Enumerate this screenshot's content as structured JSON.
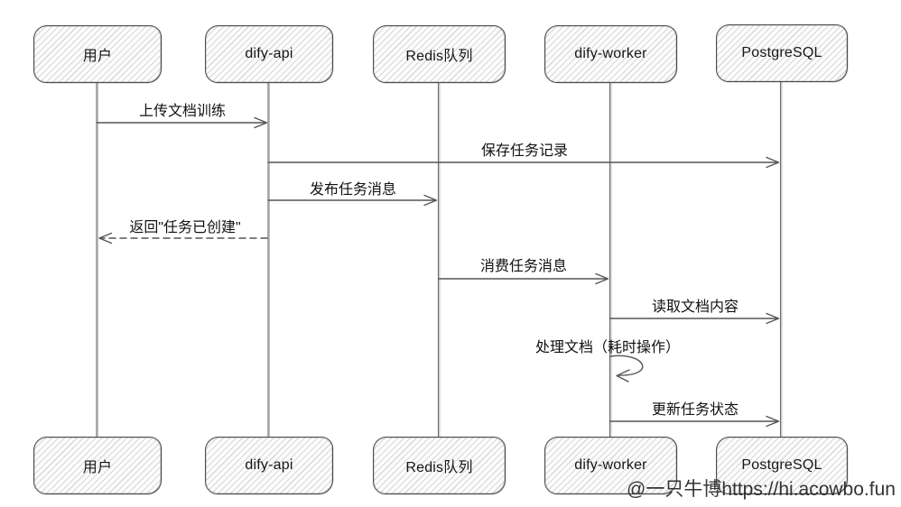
{
  "diagram": {
    "type": "sequence",
    "participants": [
      {
        "name": "用户"
      },
      {
        "name": "dify-api"
      },
      {
        "name": "Redis队列"
      },
      {
        "name": "dify-worker"
      },
      {
        "name": "PostgreSQL"
      }
    ],
    "messages": [
      {
        "label": "上传文档训练",
        "from": "用户",
        "to": "dify-api",
        "line": "solid"
      },
      {
        "label": "保存任务记录",
        "from": "dify-api",
        "to": "PostgreSQL",
        "line": "solid"
      },
      {
        "label": "发布任务消息",
        "from": "dify-api",
        "to": "Redis队列",
        "line": "solid"
      },
      {
        "label": "返回\"任务已创建\"",
        "from": "dify-api",
        "to": "用户",
        "line": "dashed"
      },
      {
        "label": "消费任务消息",
        "from": "Redis队列",
        "to": "dify-worker",
        "line": "solid"
      },
      {
        "label": "读取文档内容",
        "from": "dify-worker",
        "to": "PostgreSQL",
        "line": "solid"
      },
      {
        "label": "处理文档（耗时操作）",
        "from": "dify-worker",
        "to": "dify-worker",
        "line": "self"
      },
      {
        "label": "更新任务状态",
        "from": "dify-worker",
        "to": "PostgreSQL",
        "line": "solid"
      }
    ],
    "watermark": "@一只牛博https://hi.acowbo.fun",
    "colors": {
      "background": "#ffffff",
      "box_fill": "#fcfcfc",
      "box_hatch": "#d8d8d8",
      "box_border": "#4c4c4c",
      "line": "#555555",
      "text": "#1a1a1a",
      "watermark": "#232323"
    }
  }
}
